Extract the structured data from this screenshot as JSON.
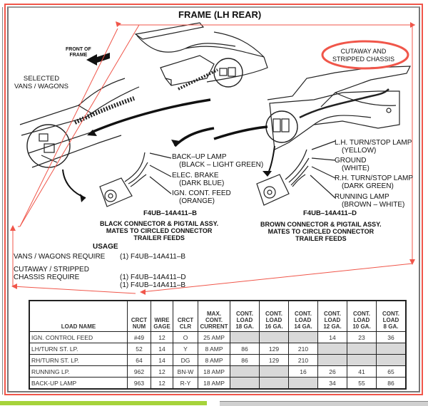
{
  "title": "FRAME (LH REAR)",
  "front_of_frame": [
    "FRONT OF",
    "FRAME"
  ],
  "selected_label": [
    "SELECTED",
    "VANS / WAGONS"
  ],
  "cutaway_label": [
    "CUTAWAY AND",
    "STRIPPED CHASSIS"
  ],
  "left_connector": {
    "callouts": [
      {
        "name": "BACK–UP LAMP",
        "color": "(BLACK – LIGHT GREEN)"
      },
      {
        "name": "ELEC. BRAKE",
        "color": "(DARK BLUE)"
      },
      {
        "name": "IGN. CONT. FEED",
        "color": "(ORANGE)"
      }
    ],
    "part_number": "F4UB–14A411–B",
    "description": [
      "BLACK CONNECTOR & PIGTAIL ASSY.",
      "MATES TO CIRCLED CONNECTOR",
      "TRAILER FEEDS"
    ]
  },
  "right_connector": {
    "callouts": [
      {
        "name": "L.H. TURN/STOP LAMP",
        "color": "(YELLOW)"
      },
      {
        "name": "GROUND",
        "color": "(WHITE)"
      },
      {
        "name": "R.H. TURN/STOP LAMP",
        "color": "(DARK GREEN)"
      },
      {
        "name": "RUNNING LAMP",
        "color": "(BROWN – WHITE)"
      }
    ],
    "part_number": "F4UB–14A411–D",
    "description": [
      "BROWN CONNECTOR & PIGTAIL ASSY.",
      "MATES TO CIRCLED CONNECTOR",
      "TRAILER FEEDS"
    ]
  },
  "usage": {
    "heading": "USAGE",
    "rows": [
      {
        "label": [
          "VANS / WAGONS REQUIRE"
        ],
        "parts": [
          "(1) F4UB–14A411–B"
        ]
      },
      {
        "label": [
          "CUTAWAY / STRIPPED",
          "CHASSIS REQUIRE"
        ],
        "parts": [
          "(1) F4UB–14A411–D",
          "(1) F4UB–14A411–B"
        ]
      }
    ]
  },
  "table": {
    "headers": [
      [
        "LOAD NAME"
      ],
      [
        "CRCT",
        "NUM"
      ],
      [
        "WIRE",
        "GAGE"
      ],
      [
        "CRCT",
        "CLR"
      ],
      [
        "MAX.",
        "CONT.",
        "CURRENT"
      ],
      [
        "CONT.",
        "LOAD",
        "18 GA."
      ],
      [
        "CONT.",
        "LOAD",
        "16 GA."
      ],
      [
        "CONT.",
        "LOAD",
        "14 GA."
      ],
      [
        "CONT.",
        "LOAD",
        "12 GA."
      ],
      [
        "CONT.",
        "LOAD",
        "10 GA."
      ],
      [
        "CONT.",
        "LOAD",
        "8 GA."
      ]
    ],
    "rows": [
      [
        "IGN. CONTROL FEED",
        "#49",
        "12",
        "O",
        "25 AMP",
        "",
        "",
        "",
        "14",
        "23",
        "36"
      ],
      [
        "LH/TURN  ST. LP.",
        "52",
        "14",
        "Y",
        "8 AMP",
        "86",
        "129",
        "210",
        "",
        "",
        ""
      ],
      [
        "RH/TURN  ST. LP.",
        "64",
        "14",
        "DG",
        "8 AMP",
        "86",
        "129",
        "210",
        "",
        "",
        ""
      ],
      [
        "RUNNING LP.",
        "962",
        "12",
        "BN-W",
        "18 AMP",
        "",
        "",
        "16",
        "26",
        "41",
        "65"
      ],
      [
        "BACK-UP LAMP",
        "963",
        "12",
        "R-Y",
        "18 AMP",
        "",
        "",
        "",
        "34",
        "55",
        "86"
      ]
    ]
  },
  "colors": {
    "annotation_red": "#f0564a",
    "empty_cell_gray": "#d9d9d9",
    "bottom_bar_green": "#a6d33a"
  }
}
